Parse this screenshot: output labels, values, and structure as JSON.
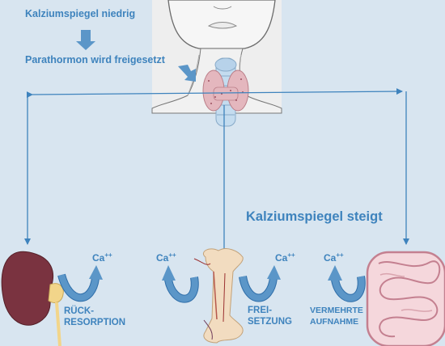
{
  "steps": {
    "low": "Kalziumspiegel niedrig",
    "release": "Parathormon wird freigesetzt",
    "rises": "Kalziumspiegel steigt"
  },
  "ion": {
    "symbol": "Ca",
    "charge": "++"
  },
  "organs": {
    "kidney": {
      "line1": "RÜCK-",
      "line2": "RESORPTION"
    },
    "bone": {
      "line1": "FREI-",
      "line2": "SETZUNG"
    },
    "intestine": {
      "line1": "VERMEHRTE",
      "line2": "AUFNAHME"
    }
  },
  "colors": {
    "accent": "#3e83bd",
    "arrow": "#5b96c8",
    "background": "#d8e5f0"
  }
}
